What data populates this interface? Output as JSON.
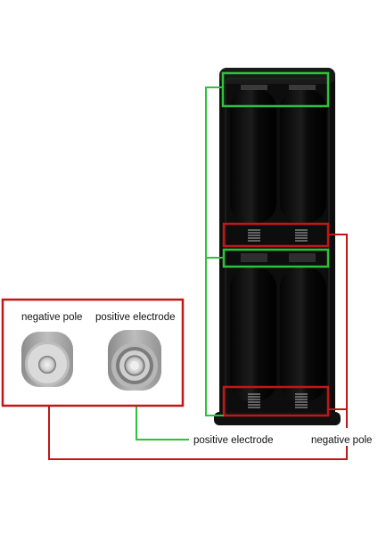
{
  "inset": {
    "labels": {
      "negative": "negative pole",
      "positive": "positive electrode"
    }
  },
  "callouts": {
    "positive_label": "positive electrode",
    "negative_label": "negative pole"
  },
  "colors": {
    "positive_line": "#2ec23a",
    "negative_line": "#c01818",
    "device_body": "#0d0d0d"
  }
}
